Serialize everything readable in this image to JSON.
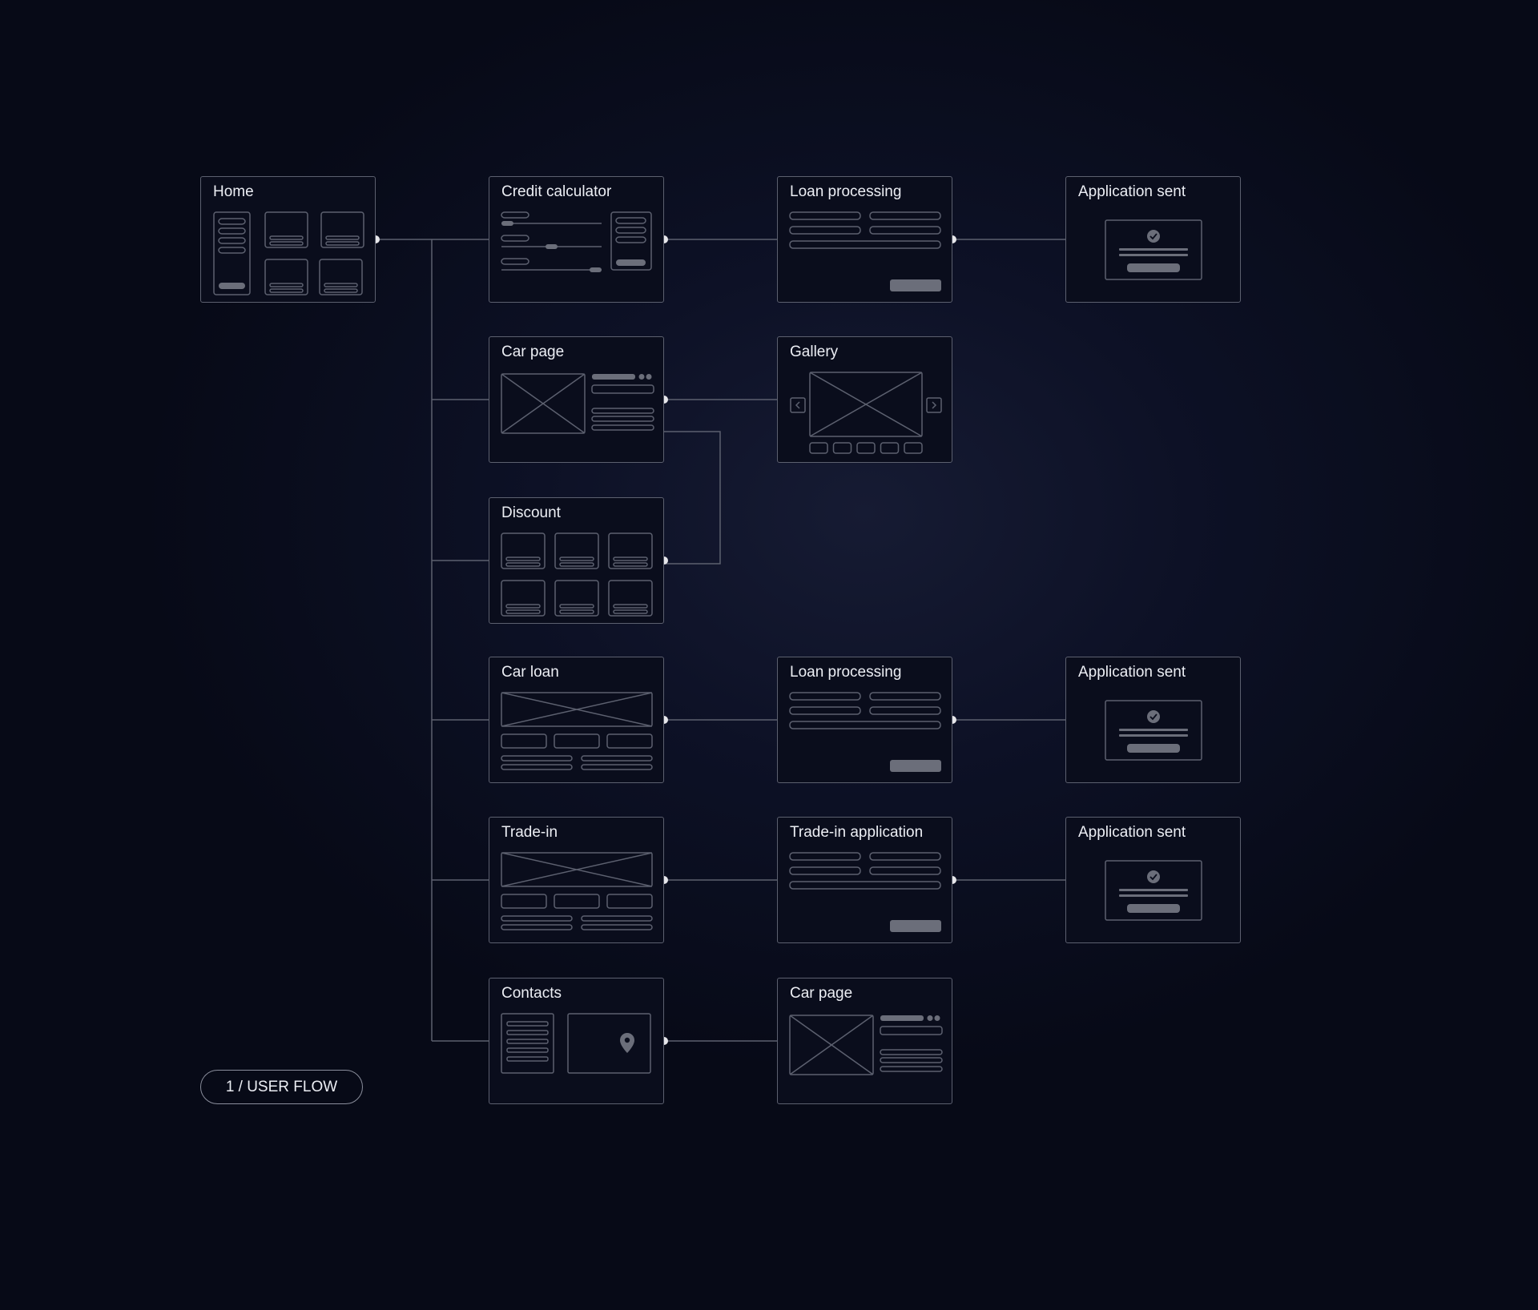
{
  "diagram_label": "1 / USER FLOW",
  "colors": {
    "stroke": "#5c606f",
    "fill": "#6b6e7a",
    "dot": "#e6e6ea",
    "text": "#eceef4"
  },
  "nodes": [
    {
      "id": "home",
      "title": "Home",
      "type": "home"
    },
    {
      "id": "credit-calculator",
      "title": "Credit calculator",
      "type": "calc"
    },
    {
      "id": "loan-processing-1",
      "title": "Loan processing",
      "type": "form"
    },
    {
      "id": "application-sent-1",
      "title": "Application sent",
      "type": "sent"
    },
    {
      "id": "car-page-1",
      "title": "Car page",
      "type": "carpage"
    },
    {
      "id": "gallery",
      "title": "Gallery",
      "type": "gallery"
    },
    {
      "id": "discount",
      "title": "Discount",
      "type": "discount"
    },
    {
      "id": "car-loan",
      "title": "Car loan",
      "type": "wide"
    },
    {
      "id": "loan-processing-2",
      "title": "Loan processing",
      "type": "form"
    },
    {
      "id": "application-sent-2",
      "title": "Application sent",
      "type": "sent"
    },
    {
      "id": "trade-in",
      "title": "Trade-in",
      "type": "wide"
    },
    {
      "id": "trade-in-application",
      "title": "Trade-in application",
      "type": "form"
    },
    {
      "id": "application-sent-3",
      "title": "Application sent",
      "type": "sent"
    },
    {
      "id": "contacts",
      "title": "Contacts",
      "type": "contacts"
    },
    {
      "id": "car-page-2",
      "title": "Car page",
      "type": "carpage"
    }
  ],
  "edges": [
    [
      "home",
      "credit-calculator"
    ],
    [
      "home",
      "car-page-1"
    ],
    [
      "home",
      "discount"
    ],
    [
      "home",
      "car-loan"
    ],
    [
      "home",
      "trade-in"
    ],
    [
      "home",
      "contacts"
    ],
    [
      "credit-calculator",
      "loan-processing-1"
    ],
    [
      "loan-processing-1",
      "application-sent-1"
    ],
    [
      "car-page-1",
      "gallery"
    ],
    [
      "car-page-1",
      "discount"
    ],
    [
      "car-loan",
      "loan-processing-2"
    ],
    [
      "loan-processing-2",
      "application-sent-2"
    ],
    [
      "trade-in",
      "trade-in-application"
    ],
    [
      "trade-in-application",
      "application-sent-3"
    ],
    [
      "contacts",
      "car-page-2"
    ]
  ]
}
